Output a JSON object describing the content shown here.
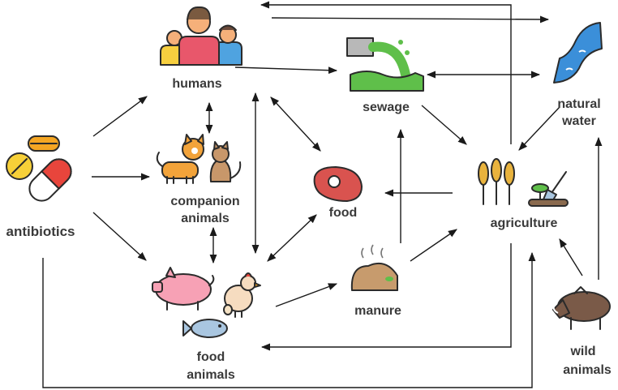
{
  "nodes": {
    "antibiotics": {
      "label": "antibiotics"
    },
    "humans": {
      "label": "humans"
    },
    "companion_animals": {
      "label_line1": "companion",
      "label_line2": "animals"
    },
    "food_animals": {
      "label_line1": "food",
      "label_line2": "animals"
    },
    "food": {
      "label": "food"
    },
    "sewage": {
      "label": "sewage"
    },
    "manure": {
      "label": "manure"
    },
    "natural_water": {
      "label_line1": "natural",
      "label_line2": "water"
    },
    "agriculture": {
      "label": "agriculture"
    },
    "wild_animals": {
      "label_line1": "wild",
      "label_line2": "animals"
    }
  },
  "edges": [
    {
      "from": "antibiotics",
      "to": "humans"
    },
    {
      "from": "antibiotics",
      "to": "companion_animals"
    },
    {
      "from": "antibiotics",
      "to": "food_animals"
    },
    {
      "from": "antibiotics",
      "to": "agriculture"
    },
    {
      "from": "humans",
      "to": "companion_animals",
      "bidirectional": true
    },
    {
      "from": "humans",
      "to": "food_animals",
      "bidirectional": true
    },
    {
      "from": "humans",
      "to": "food",
      "bidirectional": true
    },
    {
      "from": "humans",
      "to": "sewage"
    },
    {
      "from": "humans",
      "to": "natural_water"
    },
    {
      "from": "companion_animals",
      "to": "food_animals",
      "bidirectional": true
    },
    {
      "from": "food_animals",
      "to": "food",
      "bidirectional": true
    },
    {
      "from": "food_animals",
      "to": "manure"
    },
    {
      "from": "sewage",
      "to": "natural_water",
      "bidirectional": true
    },
    {
      "from": "sewage",
      "to": "agriculture"
    },
    {
      "from": "natural_water",
      "to": "agriculture"
    },
    {
      "from": "manure",
      "to": "sewage"
    },
    {
      "from": "manure",
      "to": "agriculture"
    },
    {
      "from": "agriculture",
      "to": "food"
    },
    {
      "from": "agriculture",
      "to": "humans"
    },
    {
      "from": "agriculture",
      "to": "food_animals"
    },
    {
      "from": "wild_animals",
      "to": "agriculture"
    },
    {
      "from": "wild_animals",
      "to": "natural_water"
    }
  ],
  "colors": {
    "label_text": "#3a3a3a",
    "arrow": "#1a1a1a",
    "outline": "#2b2b2b",
    "pill_red": "#e8453c",
    "pill_orange": "#f5a623",
    "tablet_yellow": "#f7d038",
    "human_skin": "#f5b07a",
    "human_shirt": "#e8576b",
    "dog_fur": "#f2a33a",
    "cat_fur": "#c8976a",
    "pig_pink": "#f7a1b5",
    "chicken_body": "#f6dcc0",
    "fish_blue": "#a9c6e0",
    "meat_red": "#d9534f",
    "sewage_green": "#5fbf4a",
    "water_blue": "#3b8fd9",
    "wheat_gold": "#e9b33d",
    "manure_brown": "#c79b6d",
    "boar_brown": "#7a5a48"
  },
  "icons": {
    "antibiotics": "pills-icon",
    "humans": "people-icon",
    "companion_animals": "dog-cat-icon",
    "food_animals": "pig-chicken-fish-icon",
    "food": "steak-icon",
    "sewage": "sewage-pipe-icon",
    "natural_water": "river-icon",
    "agriculture": "wheat-plant-icon",
    "manure": "manure-icon",
    "wild_animals": "boar-icon"
  }
}
